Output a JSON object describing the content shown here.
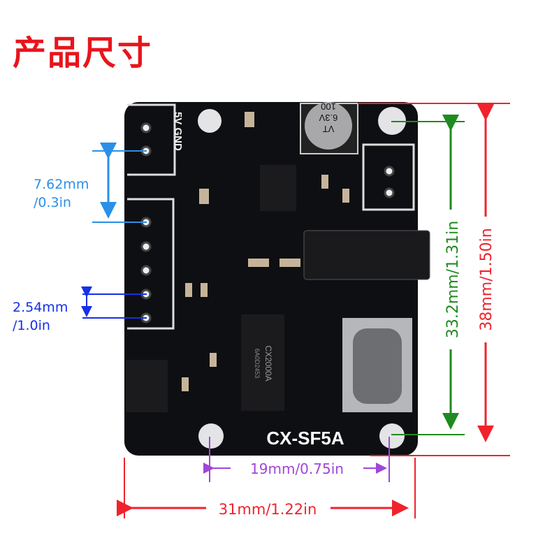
{
  "title": "产品尺寸",
  "board": {
    "model": "CX-SF5A",
    "pin_label": "5V GND",
    "chip_label": "CX2000A",
    "chip_code": "6A0D2453",
    "capacitor_value": "100",
    "capacitor_voltage": "6.3V",
    "capacitor_series": "VT"
  },
  "dimensions": {
    "pin_group_spacing": "7.62mm\n/0.3in",
    "pin_group_spacing_line1": "7.62mm",
    "pin_group_spacing_line2": "/0.3in",
    "pin_pitch_line1": "2.54mm",
    "pin_pitch_line2": "/1.0in",
    "hole_spacing_vertical": "33.2mm/1.31in",
    "board_height": "38mm/1.50in",
    "hole_spacing_horizontal": "19mm/0.75in",
    "board_width": "31mm/1.22in"
  },
  "colors": {
    "title": "#e8141c",
    "red": "#f0222c",
    "green": "#1f8a1f",
    "purple": "#a046d8",
    "light_blue": "#2a8fe8",
    "blue": "#1530e8",
    "board": "#0e0f12"
  }
}
